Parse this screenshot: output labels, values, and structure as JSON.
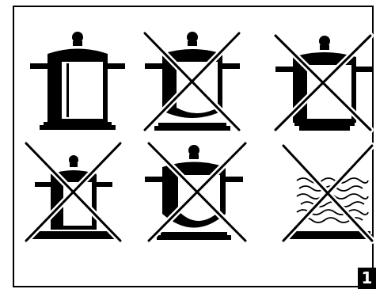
{
  "figure": {
    "number": "1",
    "illustrations": [
      {
        "depicts": "pot-on-burner",
        "crossed_out": false
      },
      {
        "depicts": "pot-on-burner",
        "crossed_out": true
      },
      {
        "depicts": "pot-on-burner",
        "crossed_out": true
      },
      {
        "depicts": "pot-on-burner",
        "crossed_out": true
      },
      {
        "depicts": "pot-on-burner",
        "crossed_out": true
      },
      {
        "depicts": "flames-on-burner",
        "crossed_out": true
      }
    ]
  }
}
